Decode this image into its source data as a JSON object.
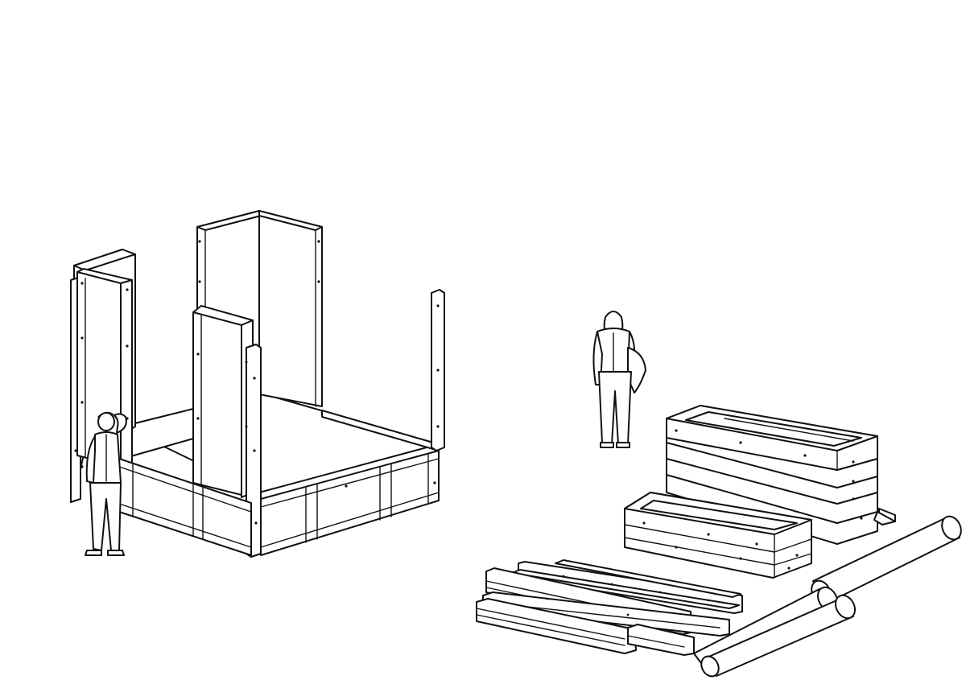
{
  "scene": {
    "kind": "isometric line drawing",
    "background": "#ffffff",
    "line_color": "#111111",
    "groups": [
      "pavilion-frame-under-construction",
      "person-man-left",
      "person-woman-right",
      "stacked-box-frames",
      "lumber-plank-pile",
      "log-poles"
    ]
  }
}
